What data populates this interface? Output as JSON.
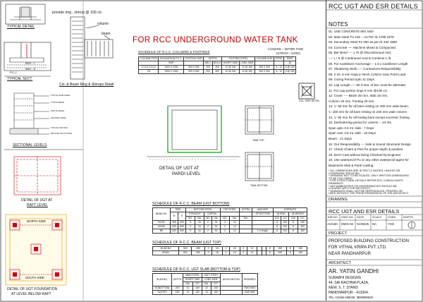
{
  "main_title": "FOR RCC UNDERGROUND WATER TANK",
  "left_panel": {
    "typical_detail": "TYPICAL DETAIL",
    "typical_sect": "TYPICAL SECT.",
    "provide_ring": "provide  ring , stirrup @ 100 c/c",
    "column": "column",
    "beam": "beam",
    "col_beam_ring": "Col. & Beam Ring & Stirrups Detail",
    "bdx_labels": [
      "BDX - I",
      "BDX - II"
    ],
    "pcc": "P.C.C.",
    "sectional_levels": "SECTIONAL LEVELS",
    "level_labels": [
      "TOP OF SLAB LEVEL",
      "TOP OF BEAM",
      "PLINTH LEVEL",
      "GROUND LEVEL",
      "TOP OF FOOTING",
      "BOTTOM OF FOOTING"
    ],
    "detail_ugt_raft": [
      "DETAIL OF UGT AT",
      "RAFT LEVEL"
    ],
    "north_side": "NORTH SIDE",
    "south_side": "SOUTH SIDE",
    "ugt_foundation": [
      "DETAIL OF UGT FOUNDATION",
      "AT LEVEL BELOW RAFT"
    ]
  },
  "footing_schedule": {
    "title": "SCHEDULE OF R.C.C. COLUMNS & FOOTINGS",
    "loading": "LOADING :- WATER TANK",
    "strata": "(STRATA : HARD)",
    "header": [
      "COLUMN TYPE",
      "EXCAVATION P.C.C.",
      "FOOTING SIZE",
      "DEPTH",
      "",
      "FOOTING STEEL",
      "",
      "COLUMN SIZE",
      "STEEL",
      "RING"
    ],
    "subheader": [
      "",
      "SIZE",
      "",
      "BDX-I",
      "BDX-II",
      "SHORT SIDE",
      "LONG SIDE",
      "",
      "",
      "@"
    ],
    "rows": [
      [
        "C1,C2,C3,C4",
        "1300 X 1300",
        "900 X 900",
        "200",
        "300",
        "10 @ 150",
        "10 @ 150",
        "300 X 300",
        "8 - 12",
        "6 @ 150"
      ],
      [
        "C5",
        "1300 X 1300",
        "900 X 900",
        "200",
        "300",
        "10 @ 150",
        "10 @ 150",
        "300 X 300",
        "8 - 12",
        "6 @ 150"
      ]
    ],
    "col_side_label": "COL. SIDE DETAIL"
  },
  "middle": {
    "detail_ugt_pardi": [
      "DETAIL OF UGT AT",
      "PARDI LEVEL"
    ],
    "tank_top": "TANK TOP",
    "tank_bottom": "TANK BOTTOM"
  },
  "beam_bottom_schedule": {
    "title": "SCHEDULE OF R.C.C. BEAM   (UGT BOTTOM)",
    "header": [
      "BEAM NO.",
      "SIZE",
      "",
      "BOTTOM STEEL",
      "",
      "",
      "",
      "TOP STEEL",
      "",
      "EXTRA",
      "ANCHOR",
      "STIRRUPS",
      "",
      "",
      ""
    ],
    "subheader": [
      "",
      "B",
      "D",
      "STRAIGHT",
      "",
      "CURTAIL",
      "",
      "",
      "",
      "",
      "OF BOTTOM",
      "@ END",
      "",
      "@ MIDDLE",
      ""
    ],
    "subheader2": [
      "",
      "",
      "",
      "NO.",
      "Dia.",
      "NO.",
      "Dia.",
      "NO.",
      "Dia.",
      "Dia.",
      "",
      "DIA",
      "C/C",
      "DIA",
      "C/C"
    ],
    "rows": [
      [
        "B1,B2",
        "300",
        "600",
        "3",
        "16",
        "2",
        "16",
        "2",
        "12",
        "",
        "",
        "8",
        "100",
        "8",
        "150"
      ],
      [
        "B3,B4",
        "300",
        "600",
        "3",
        "16",
        "2",
        "16",
        "2",
        "12",
        "",
        "",
        "8",
        "100",
        "8",
        "150"
      ],
      [
        "B5",
        "300",
        "600",
        "3",
        "16",
        "2",
        "16",
        "2",
        "12",
        "",
        "1 X length",
        "8",
        "100",
        "8",
        "150"
      ]
    ]
  },
  "beam_top_schedule": {
    "title": "SCHEDULE OF R.C.C. BEAM   (UGT TOP)",
    "rows": [
      [
        "B1,B2,B4",
        "300",
        "450",
        "2",
        "16",
        "1",
        "16",
        "2",
        "12",
        "",
        "",
        "8",
        "150",
        "8",
        "150"
      ],
      [
        "B3,B5",
        "300",
        "450",
        "2",
        "16",
        "1",
        "16",
        "2",
        "12",
        "",
        "",
        "8",
        "150",
        "8",
        "150"
      ]
    ]
  },
  "slab_schedule": {
    "title": "SCHEDULE OF R.C.C. UGT SLAB (BOTTOM & TOP)",
    "header": [
      "SLAB NO.",
      "DEPTH",
      "MAIN STEEL",
      "",
      "DIST. STEEL",
      "",
      "DIS'NO BUTON",
      "REMARKS"
    ],
    "subheader": [
      "",
      "",
      "SHORT SIDE",
      "",
      "LONG SIDE",
      "",
      "",
      ""
    ],
    "subheader2": [
      "",
      "",
      "Dia.",
      "C/C",
      "Dia.",
      "C/C",
      "",
      ""
    ],
    "rows": [
      [
        "S1(BOTTOM)",
        "200",
        "10",
        "150",
        "10",
        "150",
        "",
        "TWO WAY"
      ],
      [
        "S2(TOP)",
        "150",
        "10",
        "150",
        "10",
        "150",
        "",
        "ONE WAY"
      ]
    ]
  },
  "title_block": {
    "title": "RCC UGT AND ESR DETAILS",
    "notes_heading": "NOTES",
    "notes": [
      "01. USE CONCRETE MIX M20",
      "02. Main Steel Fe 415 -- As Per IS 1786 1978",
      "03. Secondary Steel  Fe 250 as per IS 432 1966",
      "04. Concrete ---- Machine Mixed & Compacted",
      "05. Bar Bend  ---- L /5 @  Discontinuous end,",
      "               ---- L / 5 @ Continuous end & Continue L /5",
      "06. For Cantilever Anchorage  -- 1.5 x Cantilever Length",
      "07. Shuttering Work   ---- Contractors Responsibility",
      "08. 2 mt.  6 mm rings in Neck Column near Point Load",
      "09. Curing Period Upto 21 Days",
      "10. Lap Length ---- 60 X Dia. of bar, must be alternate.",
      "11. For Lap portion rings 6 mm @100 c/c.",
      "12. Cover  ----  Beam  25 mm,  Slab 15  mm,",
      "      Column 25 mm, Footing 40 mm.",
      "13. 'L' 90 mm for all bars resting on 150 mm wide beam.",
      "      'L' 150 mm for all bars resting on 230 mm wide column",
      "14. 'L' 90 mm for all footing bars except eccentric footing",
      "15. Deshuttering period for column -- 24 hrs.",
      "      Span upto 3.5 mt. slab - 7 Days",
      "      Span over 3.5 mt. slab - 15 Days.",
      "      Beam - 21 Days",
      "16. Our Responsibility --- Safe & Sound Structural Design",
      "17. Check Chairs & Pins for proper depth & position.",
      "18. Don't Cast without being Checked by Engineer",
      "19. Use waterproof Pu or any other waterproof agent for",
      "      Basement Slab & Pardi casting."
    ],
    "general_notes": [
      "* ALL DIMENSIONS ARE IN FEET & INCHES, UNLESS OR",
      "  OTHERWISE SPECIFIED",
      "* DRAWING NOT TO BE SCALED. ONLY WRITTEN DIMENSIONS",
      "  TO BE FOLLOWED",
      "* FOR STRUCTURAL DETAILS REFER RCC CONSULTANTS",
      "  DRAWINGS",
      "* ANY AMBIGUITIES OR DISCREPANCIES SHOULD BE",
      "  CLEARED WITH THE ARCHITECT",
      "* DRAWINGS SHALL NOT BE REPRODUCED, PRINTED OR",
      "  USED WITHOUT THE PRIOR PERMISSION OF THE ARCHITECT"
    ],
    "drawing_heading": "DRAWING",
    "drawing_name": "RCC UGT AND ESR DETAILS",
    "info_header": [
      "JOB NO",
      "DWG NO",
      "DATE",
      "SCALE",
      "CHKD",
      "NORTH"
    ],
    "info_values": [
      "AH/180",
      "DWG-02",
      "01/05/25",
      "NA",
      "YSG",
      ""
    ],
    "project_heading": "PROJECT",
    "project_lines": [
      "PROPOSED BUILDING CONSTRUCTION",
      "FOR VITHAL KRIPA PVT. LTD.",
      "NEAR PANDHARPUR"
    ],
    "architect_heading": "ARCHITECT",
    "architect_name": "AR. YATIN GANDHI",
    "architect_lines": [
      "SURABHI  DESIGNS",
      "44, SAI RACHNA PLAZA,",
      "NEW. S. T. STAND",
      "PANDHARPUR - 413304.",
      "TEL:-02186-299036, 9890986626."
    ]
  }
}
